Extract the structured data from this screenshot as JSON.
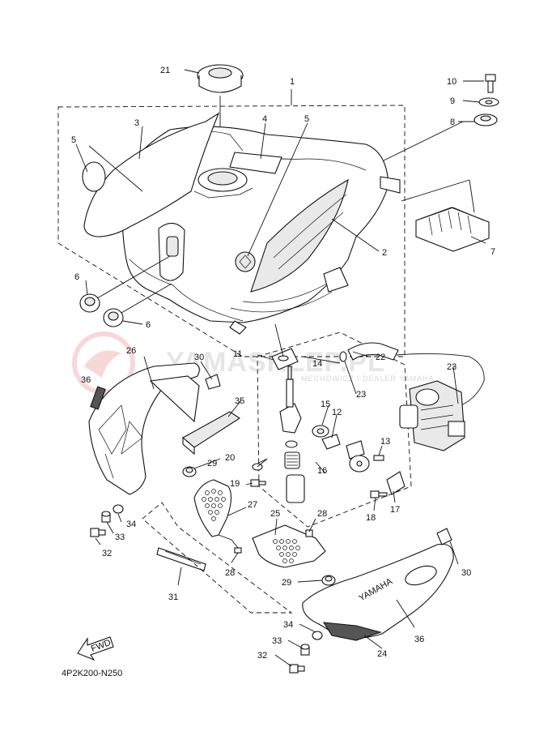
{
  "diagram_code": "4P2K200-N250",
  "fwd_label": "FWD",
  "watermark": {
    "brand": "YAMASKLEP.PL",
    "tagline": "MECHOWICZ I DEALER YAMAHA"
  },
  "decal_text": "YAMAHA",
  "callouts": [
    "1",
    "2",
    "3",
    "4",
    "5",
    "5",
    "6",
    "6",
    "7",
    "8",
    "9",
    "10",
    "11",
    "12",
    "13",
    "14",
    "15",
    "16",
    "17",
    "18",
    "19",
    "20",
    "21",
    "22",
    "23",
    "23",
    "24",
    "25",
    "26",
    "27",
    "28",
    "28",
    "29",
    "29",
    "30",
    "30",
    "31",
    "32",
    "32",
    "33",
    "33",
    "34",
    "34",
    "35",
    "36",
    "36"
  ],
  "colors": {
    "line": "#111111",
    "watermark": "#e6e6e6",
    "watermark_logo": "#f2b9b9"
  }
}
